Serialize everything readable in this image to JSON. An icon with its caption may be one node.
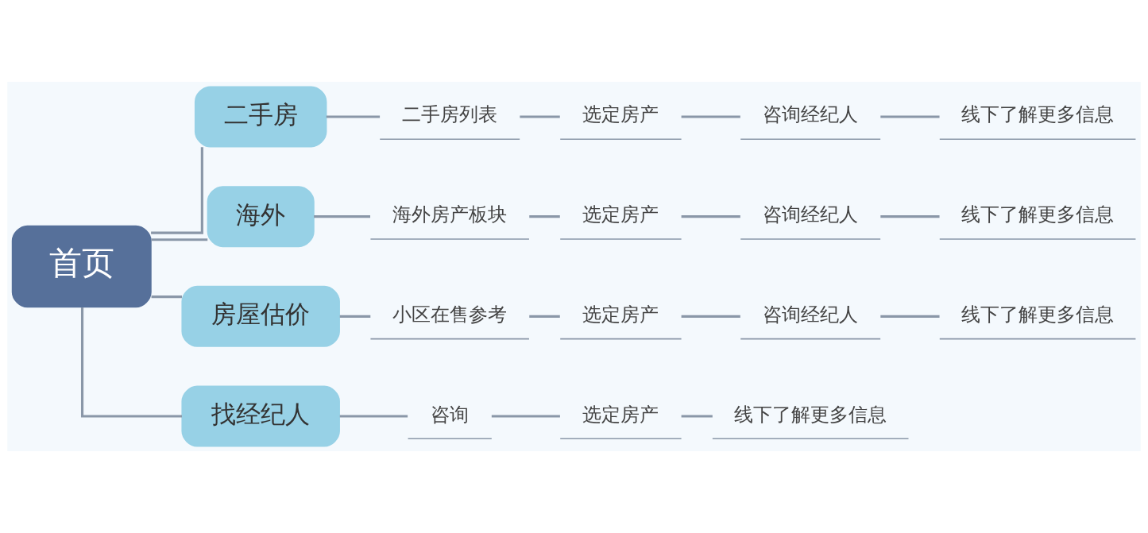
{
  "diagram": {
    "nodes": [
      {
        "text": [
          "首页"
        ]
      },
      {
        "text": [
          "二手房"
        ]
      },
      {
        "text": [
          "海外"
        ]
      },
      {
        "text": [
          "房屋估价"
        ]
      },
      {
        "text": [
          "找经纪人"
        ]
      },
      {
        "text": [
          "二手房列表"
        ]
      },
      {
        "text": [
          "选定房产"
        ]
      },
      {
        "text": [
          "咨询经纪人"
        ]
      },
      {
        "text": [
          "线下了解更多信息"
        ]
      },
      {
        "text": [
          "海外房产板块"
        ]
      },
      {
        "text": [
          "选定房产"
        ]
      },
      {
        "text": [
          "咨询经纪人"
        ]
      },
      {
        "text": [
          "线下了解更多信息"
        ]
      },
      {
        "text": [
          "小区在售参考"
        ]
      },
      {
        "text": [
          "选定房产"
        ]
      },
      {
        "text": [
          "咨询经纪人"
        ]
      },
      {
        "text": [
          "线下了解更多信息"
        ]
      },
      {
        "text": [
          "咨询"
        ]
      },
      {
        "text": [
          "选定房产"
        ]
      },
      {
        "text": [
          "线下了解更多信息"
        ]
      }
    ],
    "edges": [
      {
        "from": 0,
        "to": 1,
        "arrow": "none"
      },
      {
        "from": 0,
        "to": 2,
        "arrow": "none"
      },
      {
        "from": 0,
        "to": 3,
        "arrow": "none"
      },
      {
        "from": 0,
        "to": 4,
        "arrow": "none"
      },
      {
        "from": 1,
        "to": 5,
        "arrow": "none"
      },
      {
        "from": 5,
        "to": 6,
        "arrow": "none"
      },
      {
        "from": 6,
        "to": 7,
        "arrow": "none"
      },
      {
        "from": 7,
        "to": 8,
        "arrow": "none"
      },
      {
        "from": 2,
        "to": 9,
        "arrow": "none"
      },
      {
        "from": 9,
        "to": 10,
        "arrow": "none"
      },
      {
        "from": 10,
        "to": 11,
        "arrow": "none"
      },
      {
        "from": 11,
        "to": 12,
        "arrow": "none"
      },
      {
        "from": 3,
        "to": 13,
        "arrow": "none"
      },
      {
        "from": 13,
        "to": 14,
        "arrow": "none"
      },
      {
        "from": 14,
        "to": 15,
        "arrow": "none"
      },
      {
        "from": 15,
        "to": 16,
        "arrow": "none"
      },
      {
        "from": 4,
        "to": 17,
        "arrow": "none"
      },
      {
        "from": 17,
        "to": 18,
        "arrow": "none"
      },
      {
        "from": 18,
        "to": 19,
        "arrow": "none"
      }
    ]
  }
}
